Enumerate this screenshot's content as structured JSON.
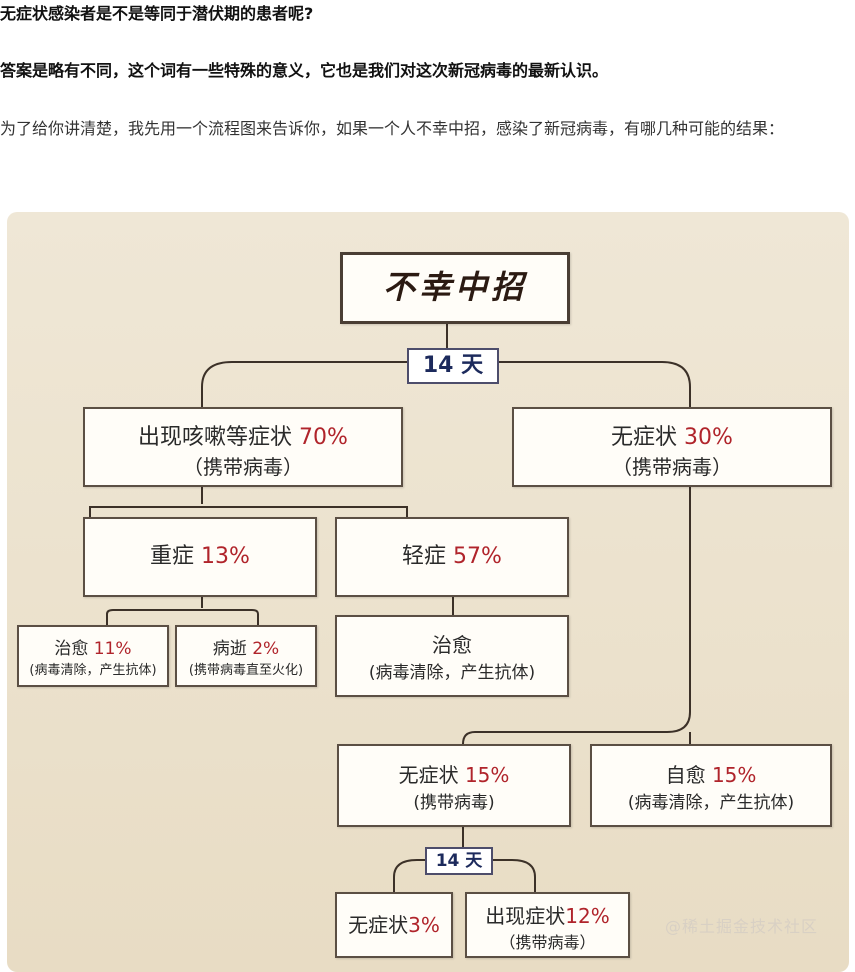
{
  "text": {
    "question": "无症状感染者是不是等同于潜伏期的患者呢?",
    "answer": "答案是略有不同，这个词有一些特殊的意义，它也是我们对这次新冠病毒的最新认识。",
    "intro": "为了给你讲清楚，我先用一个流程图来告诉你，如果一个人不幸中招，感染了新冠病毒，有哪几种可能的结果："
  },
  "flow": {
    "root": "不幸中招",
    "period_top": "14 天",
    "symptomatic": {
      "label": "出现咳嗽等症状",
      "pct": "70%",
      "note": "（携带病毒）"
    },
    "asymptomatic": {
      "label": "无症状",
      "pct": "30%",
      "note": "（携带病毒）"
    },
    "severe": {
      "label": "重症",
      "pct": "13%"
    },
    "mild": {
      "label": "轻症",
      "pct": "57%"
    },
    "severe_cured": {
      "label": "治愈",
      "pct": "11%",
      "note": "(病毒清除，产生抗体)"
    },
    "severe_died": {
      "label": "病逝",
      "pct": "2%",
      "note": "(携带病毒直至火化)"
    },
    "mild_cured": {
      "label": "治愈",
      "note": "(病毒清除，产生抗体)"
    },
    "asym_continue": {
      "label": "无症状",
      "pct": "15%",
      "note": "(携带病毒)"
    },
    "self_heal": {
      "label": "自愈",
      "pct": "15%",
      "note": "(病毒清除，产生抗体)"
    },
    "period_bottom": "14 天",
    "final_asym": {
      "label": "无症状",
      "pct": "3%"
    },
    "final_sym": {
      "label": "出现症状",
      "pct": "12%",
      "note": "（携带病毒）"
    }
  },
  "watermark": "@稀土掘金技术社区",
  "colors": {
    "accent": "#b0242b",
    "tag_text": "#1c2a5c",
    "panel": "#ece3cf"
  }
}
